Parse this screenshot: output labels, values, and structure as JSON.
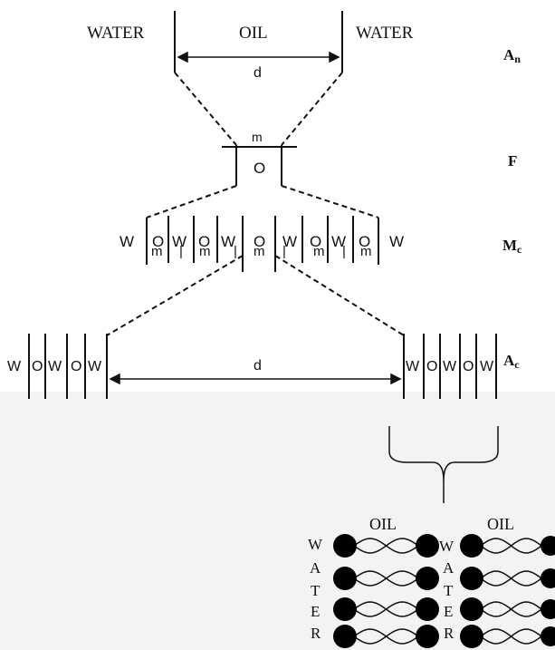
{
  "labels": {
    "water_left": "WATER",
    "oil_top": "OIL",
    "water_right": "WATER",
    "d_top": "d",
    "d_mid": "d",
    "m_f": "m",
    "o_f": "O",
    "side_an_base": "A",
    "side_an_sub": "n",
    "side_f": "F",
    "side_mc_base": "M",
    "side_mc_sub": "c",
    "side_ac_base": "A",
    "side_ac_sub": "c",
    "mc_sequence_left": [
      "W",
      "O",
      "W",
      "O",
      "W"
    ],
    "mc_center": "O",
    "mc_sequence_right": [
      "W",
      "O",
      "W",
      "O",
      "W"
    ],
    "mc_m_row": [
      "m",
      "|",
      "m",
      "|",
      "m",
      "|",
      "m",
      "|",
      "m"
    ],
    "ac_left": [
      "W",
      "O",
      "W",
      "O",
      "W"
    ],
    "ac_right": [
      "W",
      "O",
      "W",
      "O",
      "W"
    ],
    "bottom_oil_1": "OIL",
    "bottom_oil_2": "OIL",
    "water_vertical_1": [
      "W",
      "A",
      "T",
      "E",
      "R"
    ],
    "water_vertical_2": [
      "W",
      "A",
      "T",
      "E",
      "R"
    ]
  },
  "colors": {
    "line": "#111111",
    "molecule": "#000000",
    "background": "#ffffff",
    "lower_band": "#f3f3f3"
  }
}
